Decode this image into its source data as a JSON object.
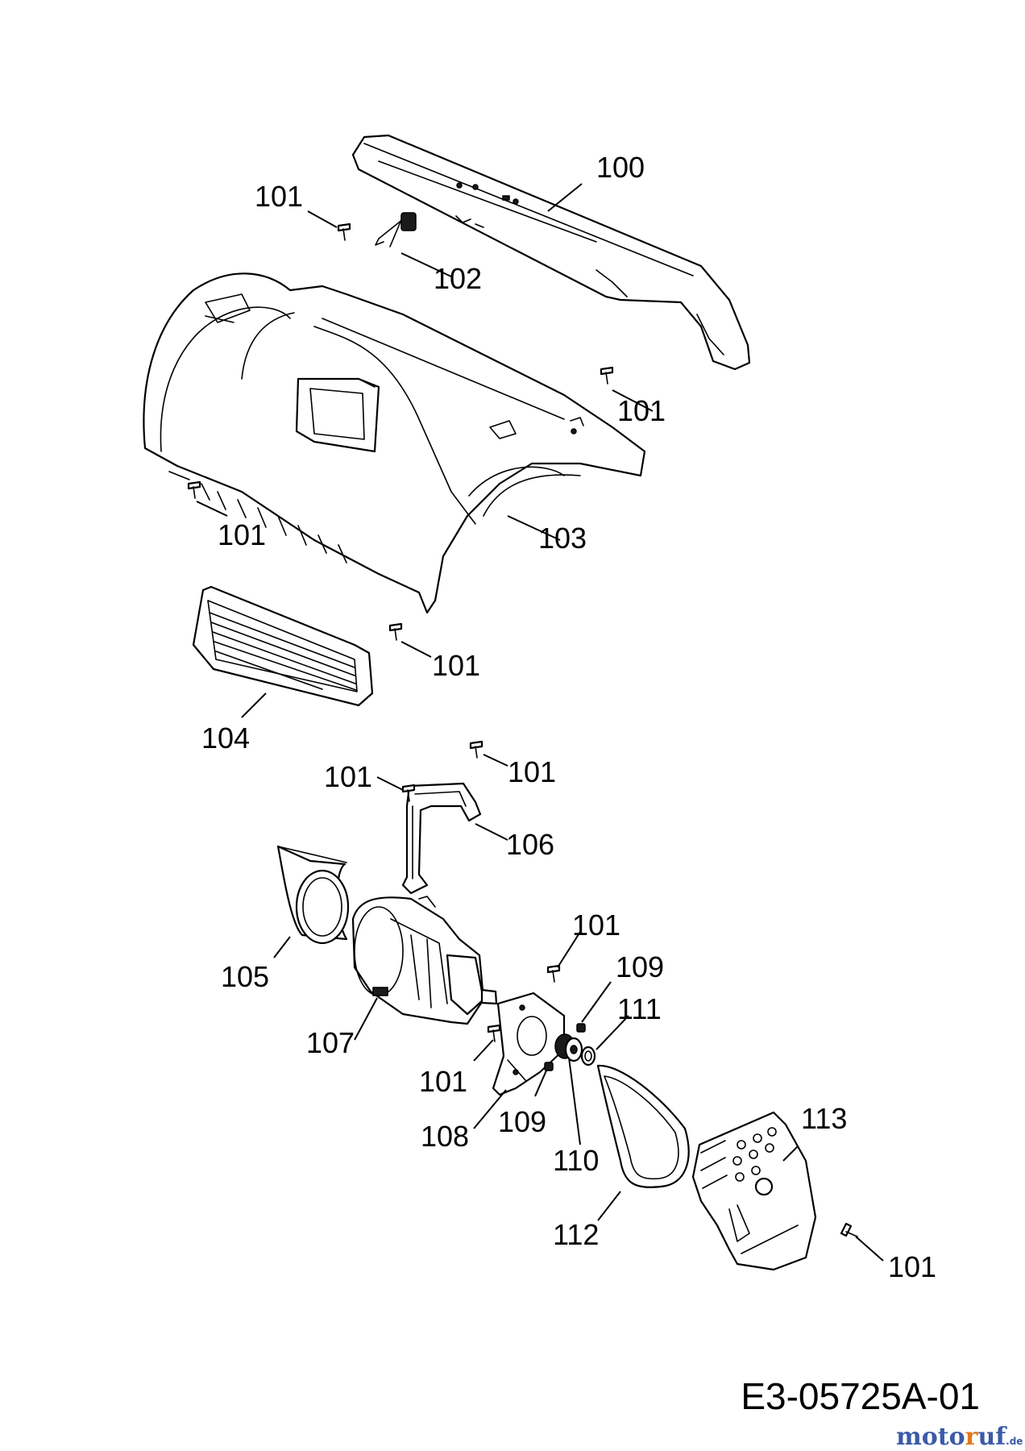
{
  "diagram": {
    "drawing_code": "E3-05725A-01",
    "watermark": "motoruf.de",
    "colors": {
      "line": "#000000",
      "background": "#ffffff",
      "watermark_main": "#3b5aa8",
      "watermark_dot": "#e07a1c"
    },
    "labels": [
      {
        "id": "l100",
        "text": "100"
      },
      {
        "id": "l101a",
        "text": "101"
      },
      {
        "id": "l102",
        "text": "102"
      },
      {
        "id": "l101b",
        "text": "101"
      },
      {
        "id": "l101c",
        "text": "101"
      },
      {
        "id": "l103",
        "text": "103"
      },
      {
        "id": "l101d",
        "text": "101"
      },
      {
        "id": "l104",
        "text": "104"
      },
      {
        "id": "l101e",
        "text": "101"
      },
      {
        "id": "l101f",
        "text": "101"
      },
      {
        "id": "l106",
        "text": "106"
      },
      {
        "id": "l105",
        "text": "105"
      },
      {
        "id": "l101g",
        "text": "101"
      },
      {
        "id": "l109a",
        "text": "109"
      },
      {
        "id": "l111",
        "text": "111"
      },
      {
        "id": "l107",
        "text": "107"
      },
      {
        "id": "l101h",
        "text": "101"
      },
      {
        "id": "l108",
        "text": "108"
      },
      {
        "id": "l109b",
        "text": "109"
      },
      {
        "id": "l110",
        "text": "110"
      },
      {
        "id": "l113",
        "text": "113"
      },
      {
        "id": "l112",
        "text": "112"
      },
      {
        "id": "l101i",
        "text": "101"
      }
    ]
  }
}
